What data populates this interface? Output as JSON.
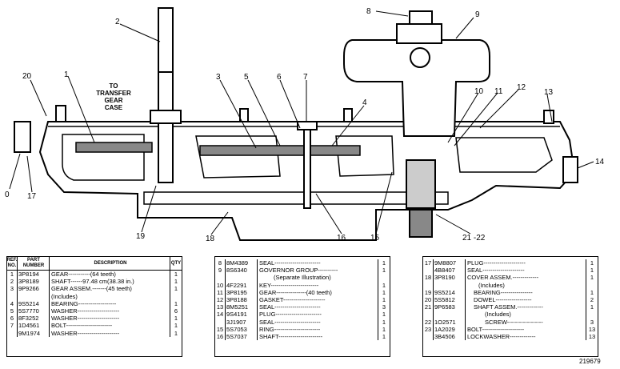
{
  "diagram": {
    "callouts": [
      "0",
      "1",
      "2",
      "3",
      "4",
      "5",
      "6",
      "7",
      "8",
      "9",
      "10",
      "11",
      "12",
      "13",
      "14",
      "15",
      "16",
      "17",
      "18",
      "19",
      "20",
      "21 -22"
    ],
    "note_lines": [
      "TO",
      "TRANSFER",
      "GEAR",
      "CASE"
    ]
  },
  "table_headers": {
    "ref": "REF. NO.",
    "part": "PART NUMBER",
    "desc": "DESCRIPTION",
    "qty": "QTY"
  },
  "tables": [
    [
      {
        "ref": "1",
        "part": "3P8194",
        "desc": "GEAR-----------(64 teeth)",
        "qty": "1"
      },
      {
        "ref": "2",
        "part": "3P8189",
        "desc": "SHAFT------97.48 cm(38.38 in.)",
        "qty": "1"
      },
      {
        "ref": "3",
        "part": "9P9266",
        "desc": "GEAR ASSEM.-------(45 teeth)",
        "qty": "1"
      },
      {
        "ref": "",
        "part": "",
        "desc": "(Includes)",
        "qty": ""
      },
      {
        "ref": "4",
        "part": "9S5214",
        "desc": "BEARING-------------------",
        "qty": "1"
      },
      {
        "ref": "5",
        "part": "5S7770",
        "desc": "WASHER---------------------",
        "qty": "6"
      },
      {
        "ref": "6",
        "part": "8F3252",
        "desc": "WASHER---------------------",
        "qty": "1"
      },
      {
        "ref": "7",
        "part": "1D4561",
        "desc": "BOLT-----------------------",
        "qty": "1"
      },
      {
        "ref": "",
        "part": "9M1974",
        "desc": "WASHER---------------------",
        "qty": "1"
      }
    ],
    [
      {
        "ref": "8",
        "part": "8M4389",
        "desc": "SEAL-----------------------",
        "qty": "1"
      },
      {
        "ref": "9",
        "part": "8S6340",
        "desc": "GOVERNOR GROUP----------",
        "qty": "1"
      },
      {
        "ref": "",
        "part": "",
        "desc": "(Separate Illustration)",
        "qty": ""
      },
      {
        "ref": "10",
        "part": "4F2291",
        "desc": "KEY------------------------",
        "qty": "1"
      },
      {
        "ref": "11",
        "part": "3P8195",
        "desc": "GEAR---------------(40 teeth)",
        "qty": "1"
      },
      {
        "ref": "12",
        "part": "3P8188",
        "desc": "GASKET---------------------",
        "qty": "1"
      },
      {
        "ref": "13",
        "part": "8M5251",
        "desc": "SEAL-----------------------",
        "qty": "3"
      },
      {
        "ref": "14",
        "part": "9S4191",
        "desc": "PLUG-----------------------",
        "qty": "1"
      },
      {
        "ref": "",
        "part": "3J1907",
        "desc": "SEAL-----------------------",
        "qty": "1"
      },
      {
        "ref": "15",
        "part": "5S7053",
        "desc": "RING-----------------------",
        "qty": "1"
      },
      {
        "ref": "16",
        "part": "5S7037",
        "desc": "SHAFT----------------------",
        "qty": "1"
      }
    ],
    [
      {
        "ref": "17",
        "part": "9M8807",
        "desc": "PLUG---------------------",
        "qty": "1"
      },
      {
        "ref": "",
        "part": "4B8407",
        "desc": "SEAL---------------------",
        "qty": "1"
      },
      {
        "ref": "18",
        "part": "3P8190",
        "desc": "COVER ASSEM.-------------",
        "qty": "1"
      },
      {
        "ref": "",
        "part": "",
        "desc": "(Includes)",
        "qty": ""
      },
      {
        "ref": "19",
        "part": "9S5214",
        "desc": "BEARING----------------",
        "qty": "1"
      },
      {
        "ref": "20",
        "part": "5S5812",
        "desc": "DOWEL------------------",
        "qty": "2"
      },
      {
        "ref": "21",
        "part": "9P6583",
        "desc": "SHAFT ASSEM.-------------",
        "qty": "1"
      },
      {
        "ref": "",
        "part": "",
        "desc": "(Includes)",
        "qty": ""
      },
      {
        "ref": "22",
        "part": "1O2571",
        "desc": "SCREW------------------",
        "qty": "3"
      },
      {
        "ref": "23",
        "part": "1A2029",
        "desc": "BOLT---------------------",
        "qty": "13"
      },
      {
        "ref": "",
        "part": "3B4506",
        "desc": "LOCKWASHER-------------",
        "qty": "13"
      }
    ]
  ],
  "figure_number": "219679"
}
